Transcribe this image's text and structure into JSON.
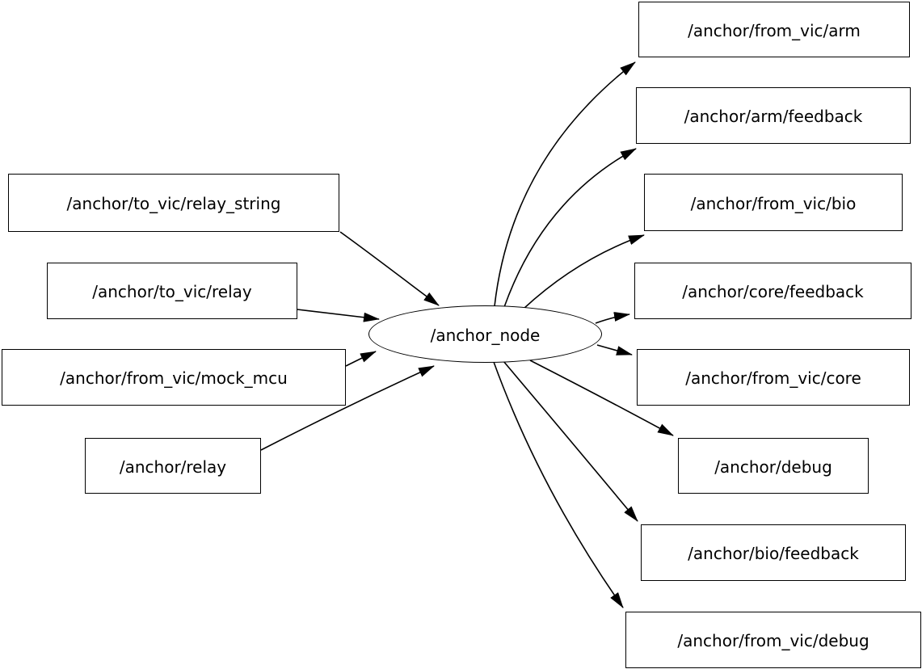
{
  "diagram": {
    "title": "ros-node-graph",
    "colors": {
      "stroke": "#000000",
      "node_fill": "#ffffff",
      "background": "#ffffff"
    },
    "node": {
      "label": "/anchor_node"
    },
    "inputs": [
      {
        "label": "/anchor/to_vic/relay_string"
      },
      {
        "label": "/anchor/to_vic/relay"
      },
      {
        "label": "/anchor/from_vic/mock_mcu"
      },
      {
        "label": "/anchor/relay"
      }
    ],
    "outputs": [
      {
        "label": "/anchor/from_vic/arm"
      },
      {
        "label": "/anchor/arm/feedback"
      },
      {
        "label": "/anchor/from_vic/bio"
      },
      {
        "label": "/anchor/core/feedback"
      },
      {
        "label": "/anchor/from_vic/core"
      },
      {
        "label": "/anchor/debug"
      },
      {
        "label": "/anchor/bio/feedback"
      },
      {
        "label": "/anchor/from_vic/debug"
      }
    ],
    "edges": [
      {
        "from": "/anchor/to_vic/relay_string",
        "to": "/anchor_node"
      },
      {
        "from": "/anchor/to_vic/relay",
        "to": "/anchor_node"
      },
      {
        "from": "/anchor/from_vic/mock_mcu",
        "to": "/anchor_node"
      },
      {
        "from": "/anchor/relay",
        "to": "/anchor_node"
      },
      {
        "from": "/anchor_node",
        "to": "/anchor/from_vic/arm"
      },
      {
        "from": "/anchor_node",
        "to": "/anchor/arm/feedback"
      },
      {
        "from": "/anchor_node",
        "to": "/anchor/from_vic/bio"
      },
      {
        "from": "/anchor_node",
        "to": "/anchor/core/feedback"
      },
      {
        "from": "/anchor_node",
        "to": "/anchor/from_vic/core"
      },
      {
        "from": "/anchor_node",
        "to": "/anchor/debug"
      },
      {
        "from": "/anchor_node",
        "to": "/anchor/bio/feedback"
      },
      {
        "from": "/anchor_node",
        "to": "/anchor/from_vic/debug"
      }
    ]
  }
}
